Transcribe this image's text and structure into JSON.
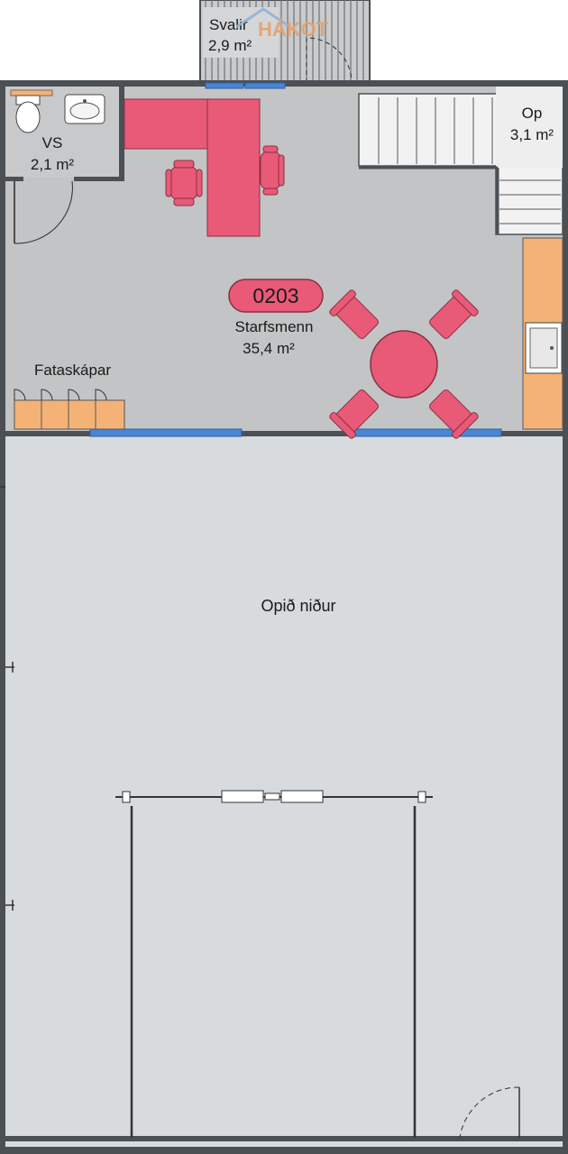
{
  "brand": {
    "logo_text": "HÁKOT",
    "logo_color": "#e8a06a"
  },
  "rooms": {
    "balcony": {
      "name": "Svalir",
      "area": "2,9 m²"
    },
    "wc": {
      "name": "VS",
      "area": "2,1 m²"
    },
    "opening": {
      "name": "Op",
      "area": "3,1 m²"
    },
    "staff": {
      "number": "0203",
      "name": "Starfsmenn",
      "area": "35,4 m²"
    },
    "lockers": {
      "name": "Fataskápar"
    },
    "open_below": {
      "name": "Opið niður"
    }
  },
  "colors": {
    "room_fill": "#c2c4c5",
    "open_fill": "#d7dbdd",
    "wall": "#4b5055",
    "furniture_pink": "#e85a78",
    "cabinet_orange": "#f5b276",
    "window_blue": "#4a86d6",
    "stair_fill": "#f2f2f2"
  }
}
